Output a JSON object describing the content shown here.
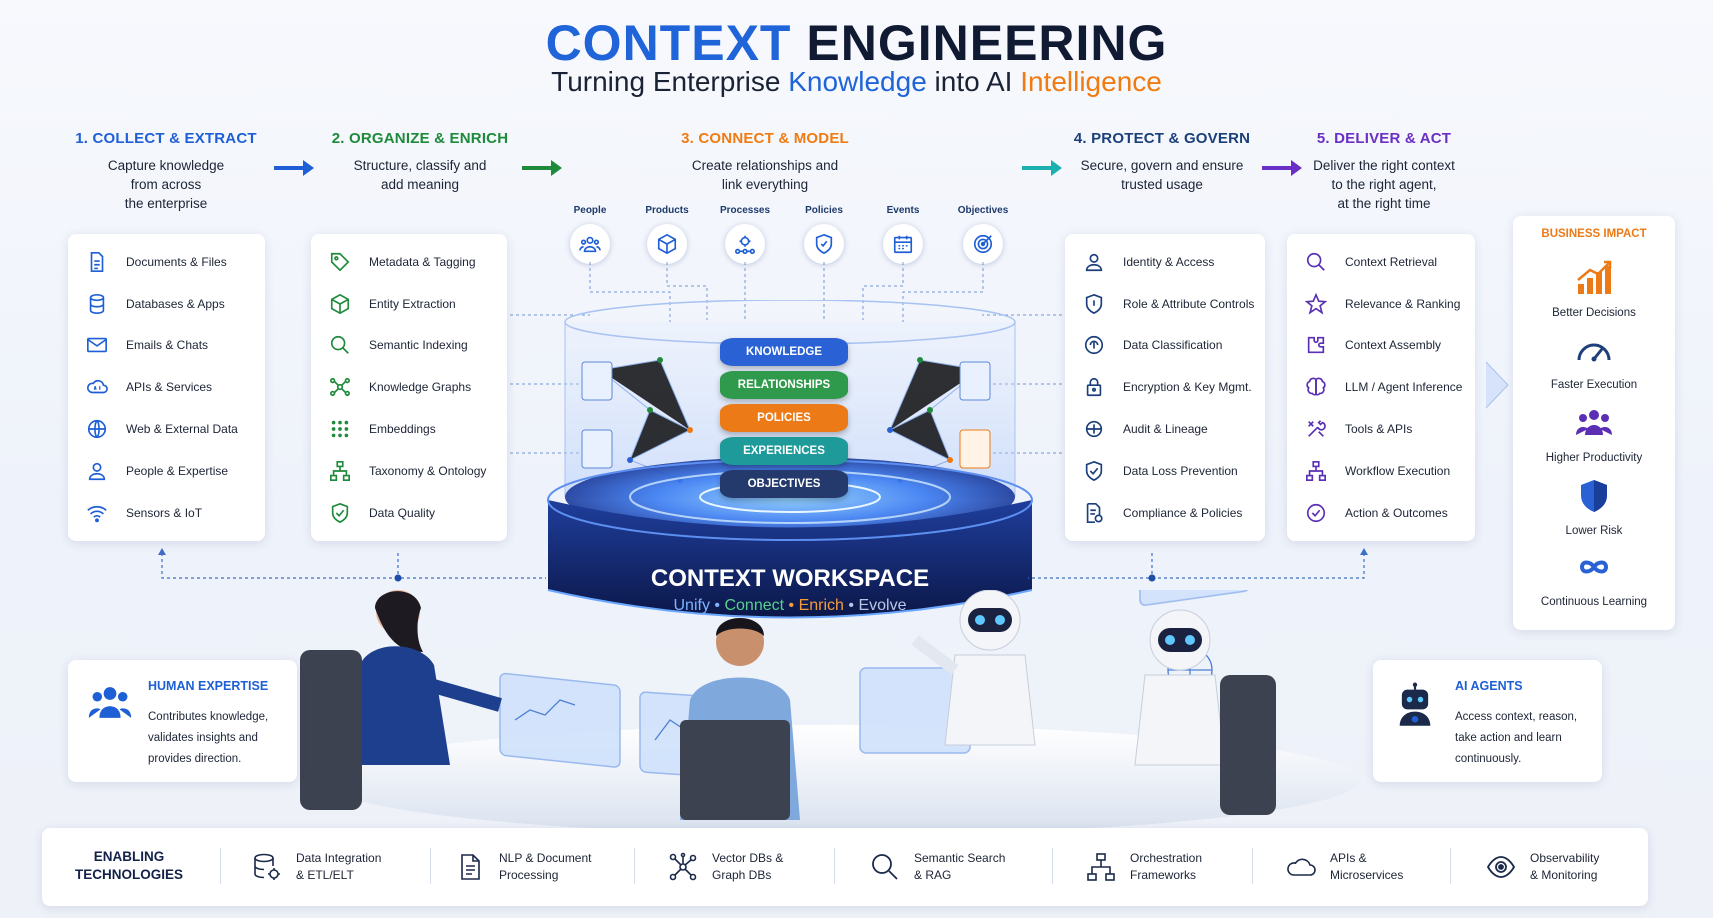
{
  "header": {
    "title_part1": "CONTEXT",
    "title_part2": "ENGINEERING",
    "subtitle_a": "Turning Enterprise ",
    "subtitle_b": "Knowledge",
    "subtitle_c": " into AI ",
    "subtitle_d": "Intelligence"
  },
  "colors": {
    "step1": "#1f5fd6",
    "step2": "#1e8a3a",
    "step3": "#f07b12",
    "step4": "#1a3f7a",
    "step5": "#6a2fc4",
    "arrow4": "#1ab0b0"
  },
  "steps": [
    {
      "title": "1. COLLECT & EXTRACT",
      "desc": "Capture knowledge\nfrom across\nthe enterprise"
    },
    {
      "title": "2. ORGANIZE & ENRICH",
      "desc": "Structure, classify and\nadd meaning"
    },
    {
      "title": "3. CONNECT & MODEL",
      "desc": "Create relationships and\nlink everything"
    },
    {
      "title": "4. PROTECT & GOVERN",
      "desc": "Secure, govern and ensure\ntrusted usage"
    },
    {
      "title": "5. DELIVER & ACT",
      "desc": "Deliver the right context\nto the right agent,\nat the right time"
    }
  ],
  "collect_items": [
    {
      "label": "Documents & Files",
      "icon": "document-icon"
    },
    {
      "label": "Databases & Apps",
      "icon": "database-icon"
    },
    {
      "label": "Emails & Chats",
      "icon": "email-icon"
    },
    {
      "label": "APIs & Services",
      "icon": "api-cloud-icon"
    },
    {
      "label": "Web & External Data",
      "icon": "globe-icon"
    },
    {
      "label": "People & Expertise",
      "icon": "person-icon"
    },
    {
      "label": "Sensors & IoT",
      "icon": "wifi-icon"
    }
  ],
  "organize_items": [
    {
      "label": "Metadata & Tagging",
      "icon": "tag-icon"
    },
    {
      "label": "Entity Extraction",
      "icon": "cube-icon"
    },
    {
      "label": "Semantic Indexing",
      "icon": "search-icon"
    },
    {
      "label": "Knowledge Graphs",
      "icon": "graph-icon"
    },
    {
      "label": "Embeddings",
      "icon": "grid-dots-icon"
    },
    {
      "label": "Taxonomy & Ontology",
      "icon": "hierarchy-icon"
    },
    {
      "label": "Data Quality",
      "icon": "shield-check-icon"
    }
  ],
  "categories": [
    {
      "label": "People",
      "icon": "people-icon"
    },
    {
      "label": "Products",
      "icon": "box-icon"
    },
    {
      "label": "Processes",
      "icon": "process-icon"
    },
    {
      "label": "Policies",
      "icon": "policy-shield-icon"
    },
    {
      "label": "Events",
      "icon": "calendar-icon"
    },
    {
      "label": "Objectives",
      "icon": "target-icon"
    }
  ],
  "layers": [
    {
      "label": "KNOWLEDGE",
      "color": "#2a62d6"
    },
    {
      "label": "RELATIONSHIPS",
      "color": "#2f9a4c"
    },
    {
      "label": "POLICIES",
      "color": "#ec7a16"
    },
    {
      "label": "EXPERIENCES",
      "color": "#1f9a9a"
    },
    {
      "label": "OBJECTIVES",
      "color": "#243a6c"
    }
  ],
  "workspace": {
    "title": "CONTEXT WORKSPACE",
    "w1": "Unify",
    "w2": "Connect",
    "w3": "Enrich",
    "w4": "Evolve"
  },
  "protect_items": [
    {
      "label": "Identity & Access",
      "icon": "person-outline-icon"
    },
    {
      "label": "Role & Attribute Controls",
      "icon": "shield-icon"
    },
    {
      "label": "Data Classification",
      "icon": "classification-icon"
    },
    {
      "label": "Encryption & Key Mgmt.",
      "icon": "lock-icon"
    },
    {
      "label": "Audit & Lineage",
      "icon": "audit-icon"
    },
    {
      "label": "Data Loss Prevention",
      "icon": "shield-check-icon"
    },
    {
      "label": "Compliance & Policies",
      "icon": "compliance-doc-icon"
    }
  ],
  "deliver_items": [
    {
      "label": "Context Retrieval",
      "icon": "search-icon"
    },
    {
      "label": "Relevance & Ranking",
      "icon": "star-icon"
    },
    {
      "label": "Context Assembly",
      "icon": "puzzle-icon"
    },
    {
      "label": "LLM / Agent Inference",
      "icon": "brain-icon"
    },
    {
      "label": "Tools & APIs",
      "icon": "tools-icon"
    },
    {
      "label": "Workflow Execution",
      "icon": "workflow-icon"
    },
    {
      "label": "Action & Outcomes",
      "icon": "check-circle-icon"
    }
  ],
  "impact": {
    "title": "BUSINESS IMPACT",
    "items": [
      {
        "label": "Better Decisions",
        "icon": "bar-chart-up-icon"
      },
      {
        "label": "Faster Execution",
        "icon": "speedometer-icon"
      },
      {
        "label": "Higher Productivity",
        "icon": "team-icon"
      },
      {
        "label": "Lower Risk",
        "icon": "shield-icon"
      },
      {
        "label": "Continuous Learning",
        "icon": "infinity-icon"
      }
    ]
  },
  "human": {
    "title": "HUMAN EXPERTISE",
    "desc": "Contributes knowledge,\nvalidates insights and\nprovides direction."
  },
  "agents": {
    "title": "AI AGENTS",
    "desc": "Access context, reason,\ntake action and learn\ncontinuously."
  },
  "tech": {
    "title": "ENABLING\nTECHNOLOGIES",
    "items": [
      {
        "label": "Data Integration\n& ETL/ELT",
        "icon": "database-gear-icon"
      },
      {
        "label": "NLP & Document\nProcessing",
        "icon": "document-icon"
      },
      {
        "label": "Vector DBs &\nGraph DBs",
        "icon": "network-icon"
      },
      {
        "label": "Semantic Search\n& RAG",
        "icon": "search-icon"
      },
      {
        "label": "Orchestration\nFrameworks",
        "icon": "orchestration-icon"
      },
      {
        "label": "APIs &\nMicroservices",
        "icon": "cloud-icon"
      },
      {
        "label": "Observability\n& Monitoring",
        "icon": "eye-icon"
      }
    ]
  }
}
